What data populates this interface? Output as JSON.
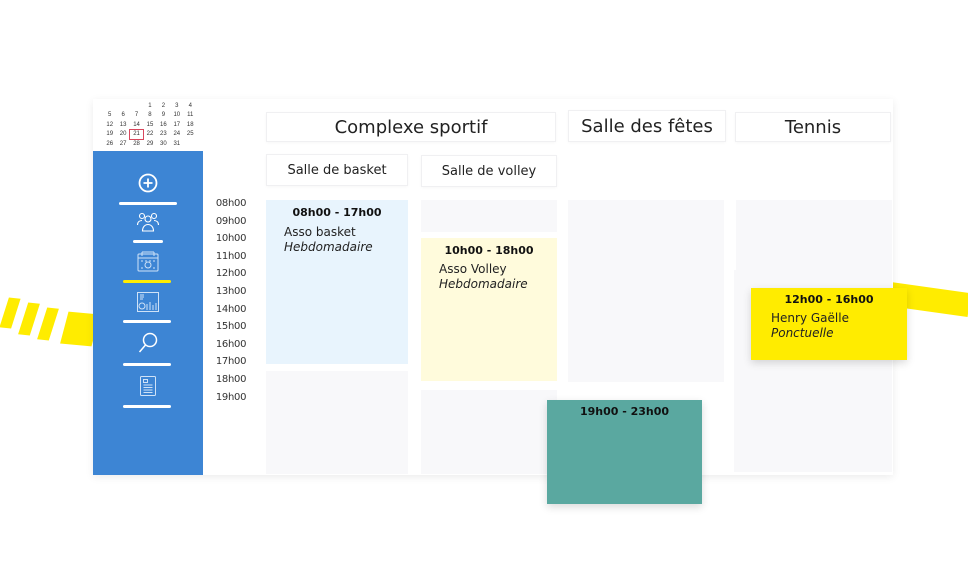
{
  "colors": {
    "sidebar": "#3d85d4",
    "accent_yellow": "#ffec00",
    "event_basket": "#e8f4fd",
    "event_volley": "#fffbdc",
    "event_tennis": "#ffec00",
    "event_salle_fetes": "#5aa8a0",
    "slot_bg": "#f8f8fa",
    "today_outline": "#d9465c"
  },
  "mini_calendar": {
    "weeks": [
      [
        "",
        "",
        "",
        "1",
        "2",
        "3",
        "4"
      ],
      [
        "5",
        "6",
        "7",
        "8",
        "9",
        "10",
        "11"
      ],
      [
        "12",
        "13",
        "14",
        "15",
        "16",
        "17",
        "18"
      ],
      [
        "19",
        "20",
        "21",
        "22",
        "23",
        "24",
        "25"
      ],
      [
        "26",
        "27",
        "28",
        "29",
        "30",
        "31",
        ""
      ]
    ],
    "today": "21"
  },
  "sidebar": {
    "items": [
      {
        "icon": "plus-circle-icon",
        "active": false
      },
      {
        "icon": "users-group-icon",
        "active": false
      },
      {
        "icon": "calendar-icon",
        "active": true
      },
      {
        "icon": "stats-dashboard-icon",
        "active": false
      },
      {
        "icon": "search-icon",
        "active": false
      },
      {
        "icon": "document-icon",
        "active": false
      }
    ]
  },
  "time_labels": [
    "08h00",
    "09h00",
    "10h00",
    "11h00",
    "12h00",
    "13h00",
    "14h00",
    "15h00",
    "16h00",
    "17h00",
    "18h00",
    "19h00"
  ],
  "venues": [
    {
      "name": "Complexe sportif",
      "rooms": [
        "Salle de basket",
        "Salle de volley"
      ]
    },
    {
      "name": "Salle des fêtes",
      "rooms": []
    },
    {
      "name": "Tennis",
      "rooms": []
    }
  ],
  "events": [
    {
      "time": "08h00 - 17h00",
      "title": "Asso basket",
      "kind": "Hebdomadaire",
      "room": "Salle de basket"
    },
    {
      "time": "10h00 - 18h00",
      "title": "Asso Volley",
      "kind": "Hebdomadaire",
      "room": "Salle de volley"
    },
    {
      "time": "12h00 - 16h00",
      "title": "Henry Gaëlle",
      "kind": "Ponctuelle",
      "room": "Tennis"
    },
    {
      "time": "19h00 - 23h00",
      "title": "",
      "kind": "",
      "room": "Salle des fêtes"
    }
  ]
}
